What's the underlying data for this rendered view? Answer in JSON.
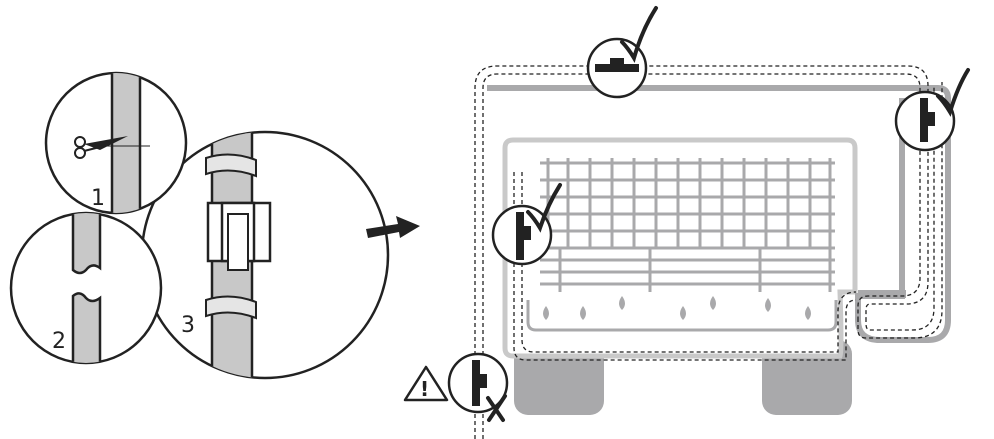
{
  "steps": {
    "step1": "1",
    "step2": "2",
    "step3": "3"
  },
  "warning_mark": "!",
  "icons": {
    "scissors": "scissors-icon",
    "arrow": "arrow-right-icon",
    "check": "checkmark-icon",
    "cross": "x-mark-icon",
    "warning": "warning-triangle-icon"
  },
  "colors": {
    "line": "#222222",
    "gray_fill": "#c8c8c8",
    "dark_gray": "#a9a9ab",
    "light_outline": "#c9c9c9"
  }
}
